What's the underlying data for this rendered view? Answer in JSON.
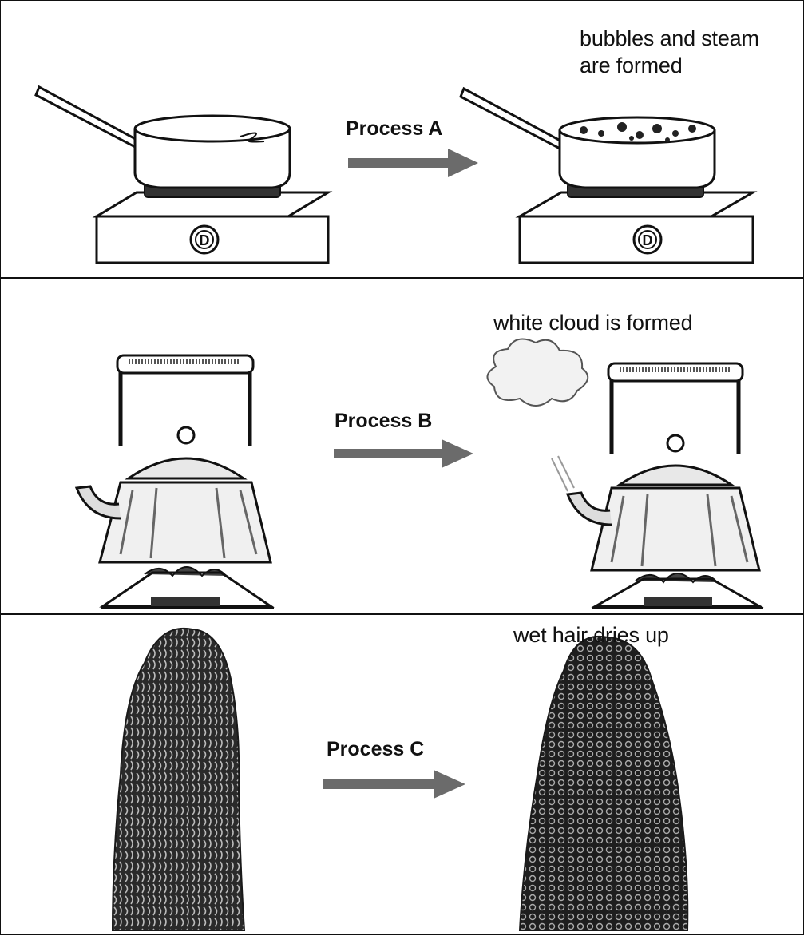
{
  "processes": [
    {
      "label": "Process A",
      "after_caption": [
        "bubbles and steam",
        "are formed"
      ]
    },
    {
      "label": "Process B",
      "after_caption": [
        "white cloud is formed"
      ]
    },
    {
      "label": "Process C",
      "after_caption": [
        "wet hair dries up"
      ]
    }
  ],
  "stove_dial_glyph": "D",
  "colors": {
    "arrow": "#6b6b6b",
    "ink": "#111111",
    "hair": "#2a2a2a",
    "steam": "#f2f2f2"
  },
  "icons": [
    "pan-icon",
    "hot-plate-icon",
    "kettle-icon",
    "burner-icon",
    "steam-cloud-icon",
    "hair-icon",
    "arrow-icon"
  ]
}
